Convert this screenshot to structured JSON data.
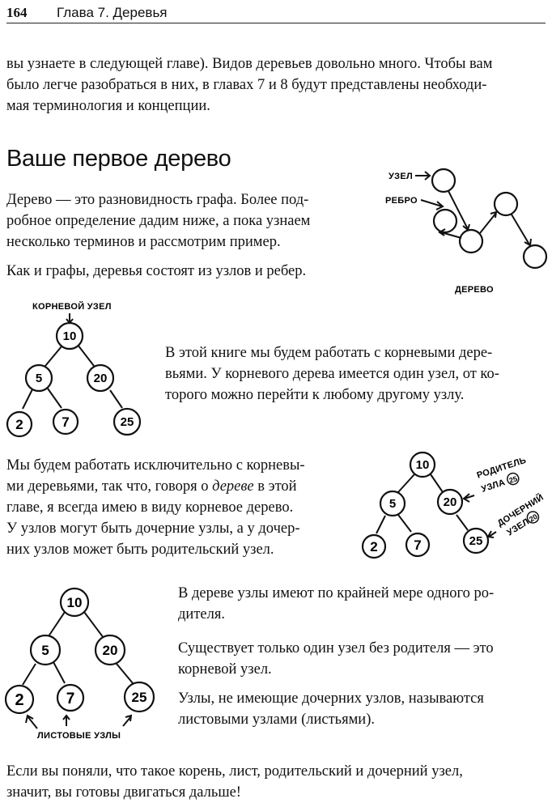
{
  "header": {
    "page_number": "164",
    "chapter_title": "Глава 7. Деревья"
  },
  "intro": {
    "line1": "вы узнаете в следующей главе). Видов деревьев довольно много. Чтобы вам",
    "line2": "было легче разобраться в них, в главах 7 и 8 будут представлены необходи-",
    "line3": "мая терминология и концепции."
  },
  "section_title": "Ваше первое дерево",
  "para1": {
    "line1": "Дерево — это разновидность графа. Более под-",
    "line2": "робное определение дадим ниже, а пока узнаем",
    "line3": "несколько терминов и рассмотрим пример."
  },
  "para2": "Как и графы, деревья состоят из узлов и ребер.",
  "para3": {
    "line1": "В этой книге мы будем работать с корневыми дере-",
    "line2": "вьями. У корневого дерева имеется один узел, от ко-",
    "line3": "торого можно перейти к любому другому узлу."
  },
  "para4": {
    "line1": "Мы будем работать исключительно с корневы-",
    "line2_before": "ми деревьями, так что, говоря о ",
    "line2_italic": "дереве",
    "line2_after": " в этой",
    "line3": "главе, я всегда имею в виду корневое дерево.",
    "line4": "У узлов могут быть дочерние узлы, а у дочер-",
    "line5": "них узлов может быть родительский узел."
  },
  "para5": {
    "line1": "В дереве узлы имеют по крайней мере одного ро-",
    "line2": "дителя."
  },
  "para6": {
    "line1": "Существует только один узел без родителя — это",
    "line2": "корневой узел."
  },
  "para7": {
    "line1": "Узлы, не имеющие дочерних узлов, называются",
    "line2": "листовыми узлами (листьями)."
  },
  "para8": {
    "line1": "Если вы поняли, что такое корень, лист, родительский и дочерний узел,",
    "line2": "значит, вы готовы двигаться дальше!"
  },
  "diagram_tree": {
    "label_node": "УЗЕЛ",
    "label_edge": "РЕБРО",
    "caption": "ДЕРЕВО"
  },
  "diagram_root": {
    "label_root": "КОРНЕВОЙ УЗЕЛ",
    "nodes": [
      "10",
      "5",
      "20",
      "2",
      "7",
      "25"
    ]
  },
  "diagram_parent": {
    "nodes": [
      "10",
      "5",
      "20",
      "2",
      "7",
      "25"
    ],
    "label_parent_line1": "РОДИТЕЛЬ",
    "label_parent_line2": "УЗЛА",
    "label_parent_ref": "25",
    "label_child_line1": "ДОЧЕРНИЙ",
    "label_child_line2": "УЗЕЛ",
    "label_child_ref": "20"
  },
  "diagram_leaves": {
    "nodes": [
      "10",
      "5",
      "20",
      "2",
      "7",
      "25"
    ],
    "label_leaves": "ЛИСТОВЫЕ УЗЛЫ"
  }
}
